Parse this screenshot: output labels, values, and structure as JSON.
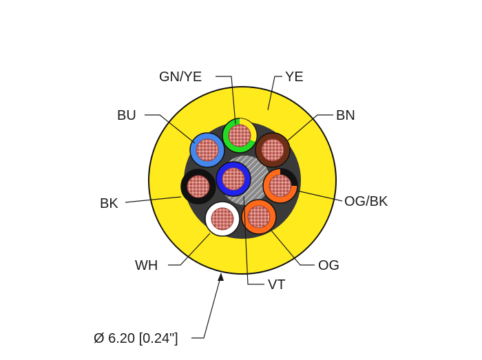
{
  "diagram": {
    "labels": {
      "gn_ye": "GN/YE",
      "ye": "YE",
      "bu": "BU",
      "bn": "BN",
      "bk": "BK",
      "og_bk": "OG/BK",
      "wh": "WH",
      "og": "OG",
      "vt": "VT",
      "diameter": "Ø 6.20 [0.24\"]"
    },
    "colors": {
      "jacket": "#ffea1e",
      "green": "#22dd22",
      "yellow": "#ffea1e",
      "blue": "#4488ee",
      "brown": "#6b2e16",
      "black": "#111111",
      "orange": "#ff6a1a",
      "white": "#ffffff",
      "violet": "#2222ee",
      "copper": "#d9807a"
    }
  }
}
